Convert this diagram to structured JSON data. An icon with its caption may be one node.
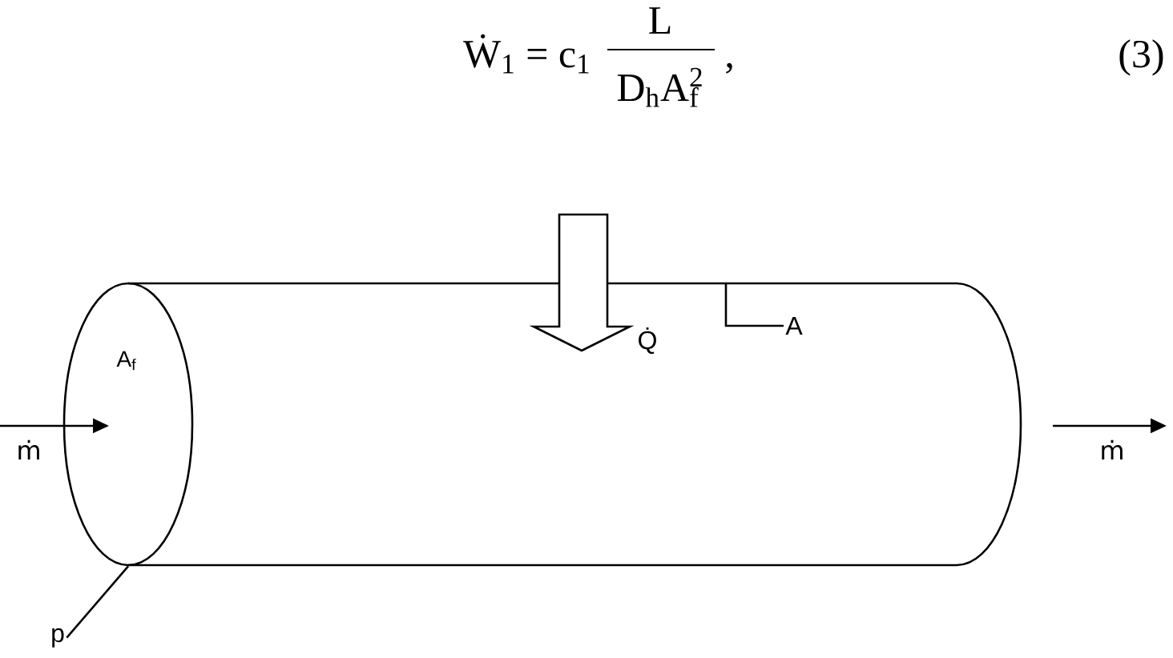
{
  "diagram": {
    "nodes": [
      {
        "text": [
          "A$_{f}$"
        ]
      },
      {
        "text": [],
        "shape": "cylinder"
      },
      {
        "text": [
          "A"
        ],
        "in": 1
      },
      {
        "text": [
          "p"
        ]
      }
    ],
    "edges": [
      {
        "from": 2,
        "to": 1,
        "arrow": "none"
      },
      {
        "from": 3,
        "to": 0,
        "arrow": "none"
      }
    ],
    "labels": [
      "Ẇ$_{1}$ = c$_{1}$",
      "L",
      "D$_{h}$A$_{f}$$^{2}$",
      ",",
      "(3)",
      "Q̇",
      "ṁ",
      "ṁ"
    ]
  }
}
